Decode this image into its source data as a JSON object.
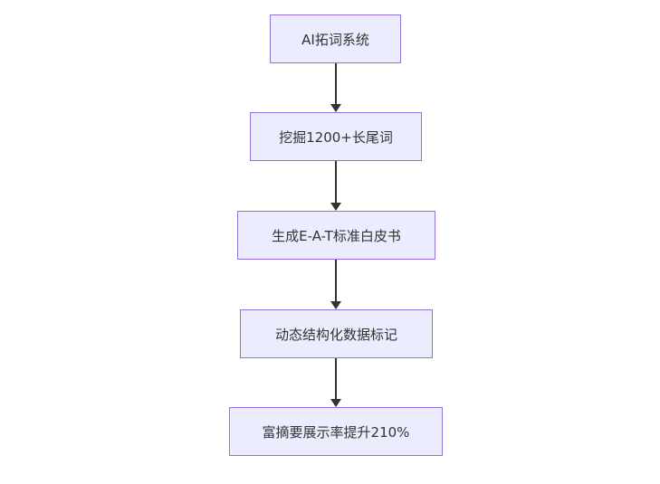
{
  "diagram": {
    "type": "flowchart-vertical",
    "direction": "top-down",
    "colors": {
      "node_fill": "#ececff",
      "node_border": "#9370db",
      "node_text": "#333333",
      "edge": "#333333",
      "background": "#ffffff"
    },
    "nodes": [
      {
        "id": "n1",
        "label": "AI拓词系统"
      },
      {
        "id": "n2",
        "label": "挖掘1200+长尾词"
      },
      {
        "id": "n3",
        "label": "生成E-A-T标准白皮书"
      },
      {
        "id": "n4",
        "label": "动态结构化数据标记"
      },
      {
        "id": "n5",
        "label": "富摘要展示率提升210%"
      }
    ],
    "edges": [
      {
        "from": "n1",
        "to": "n2"
      },
      {
        "from": "n2",
        "to": "n3"
      },
      {
        "from": "n3",
        "to": "n4"
      },
      {
        "from": "n4",
        "to": "n5"
      }
    ]
  }
}
